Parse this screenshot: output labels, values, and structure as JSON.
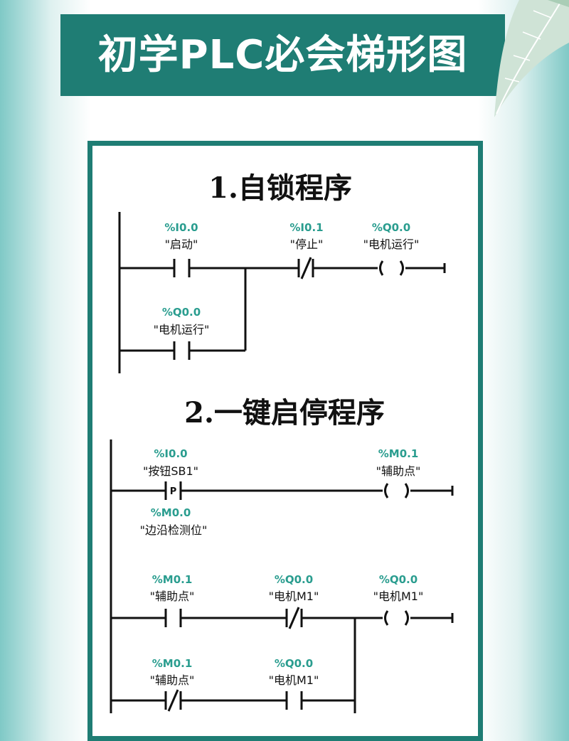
{
  "header": {
    "title": "初学PLC必会梯形图"
  },
  "section1": {
    "title": "1.自锁程序",
    "contacts": [
      {
        "address": "%I0.0",
        "label": "\"启动\""
      },
      {
        "address": "%I0.1",
        "label": "\"停止\""
      },
      {
        "address": "%Q0.0",
        "label": "\"电机运行\""
      },
      {
        "address": "%Q0.0",
        "label": "\"电机运行\""
      }
    ]
  },
  "section2": {
    "title": "2.一键启停程序",
    "rung1": {
      "contact": {
        "address": "%I0.0",
        "label": "\"按钮SB1\"",
        "type_char": "P"
      },
      "edge": {
        "address": "%M0.0",
        "label": "\"边沿检测位\""
      },
      "coil": {
        "address": "%M0.1",
        "label": "\"辅助点\""
      }
    },
    "rung2": {
      "contact1": {
        "address": "%M0.1",
        "label": "\"辅助点\""
      },
      "contact2": {
        "address": "%Q0.0",
        "label": "\"电机M1\""
      },
      "coil": {
        "address": "%Q0.0",
        "label": "\"电机M1\""
      }
    },
    "rung3": {
      "contact1": {
        "address": "%M0.1",
        "label": "\"辅助点\""
      },
      "contact2": {
        "address": "%Q0.0",
        "label": "\"电机M1\""
      }
    }
  },
  "colors": {
    "banner": "#1f7d74",
    "address": "#2a9d8f",
    "edge": "#7fc9c6"
  },
  "icons": {
    "decoration": "leaf-icon"
  }
}
